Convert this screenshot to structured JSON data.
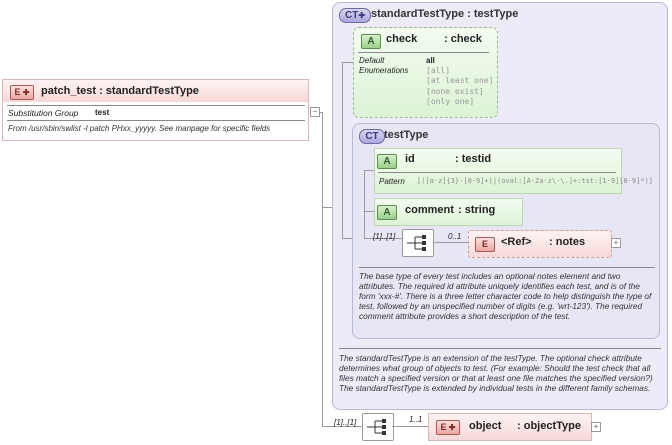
{
  "root_element": {
    "badge": "E",
    "title": "patch_test : standardTestType",
    "substitution_group_label": "Substitution Group",
    "substitution_group_value": "test",
    "documentation": "From /usr/sbin/swlist -l patch PHxx_yyyyy. See manpage for specific fields"
  },
  "outer_type": {
    "badge": "CT",
    "title": "standardTestType : testType",
    "check_attribute": {
      "badge": "A",
      "name": "check",
      "type": ": check",
      "default_label": "Default",
      "default_value": "all",
      "enumerations_label": "Enumerations",
      "enumerations": [
        "[all]",
        "[at least one]",
        "[none exist]",
        "[only one]"
      ]
    },
    "documentation": "The standardTestType is an extension of the testType.  The optional check attribute determines what group of objects to test.  (For example: Should the test check that all files match a specified version or that at least one file matches the specified version?)  The standardTestType is extended by individual tests in the different family schemas."
  },
  "inner_type": {
    "badge": "CT",
    "title": "testType",
    "id_attribute": {
      "badge": "A",
      "name": "id",
      "type": ": testid",
      "pattern_label": "Pattern",
      "pattern_value": "[([a-z]{3}-[0-9]+)|(oval:[A-Za-z\\-\\.]+:tst:[1-9][0-9]*)]"
    },
    "comment_attribute": {
      "badge": "A",
      "name": "comment",
      "type": ": string"
    },
    "sequence_occurrence": "[1]..[1]",
    "notes_occurrence": "0..1",
    "notes_ref": {
      "badge": "E",
      "name": "<Ref>",
      "type": ": notes"
    },
    "documentation": "The base type of every test includes an optional notes element and two attributes.  The required id attribute uniquely identifies each test, and is of the form 'xxx-#'.  There is a three letter character code to help distinguish the type of test, followed by an unspecified number of digits (e.g. 'wrt-123').  The required comment attribute provides a short description of the test."
  },
  "object_sequence": {
    "occurrence": "[1]..[1]",
    "element_occurrence": "1..1",
    "element": {
      "badge": "E",
      "name": "object",
      "type": ": objectType"
    }
  },
  "colors": {
    "element_fill": "#f6d9d8",
    "attribute_fill": "#ddf3d5",
    "complex_type_fill": "#ecebf7"
  }
}
